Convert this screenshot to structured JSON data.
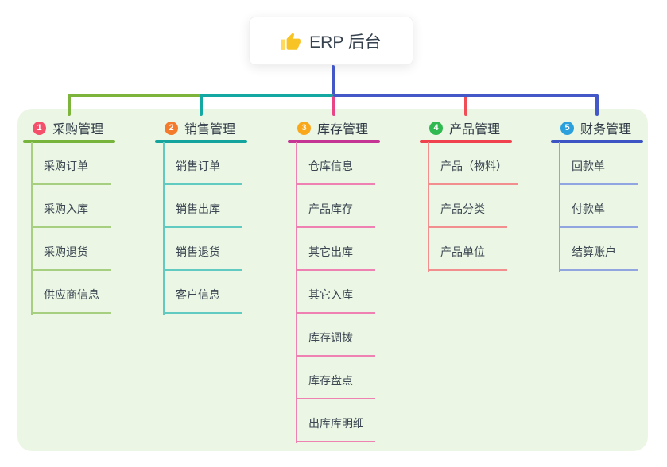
{
  "root": {
    "label": "ERP 后台",
    "icon": "thumbs-up-icon",
    "connector_color": "#4357C6"
  },
  "panel": {
    "background": "#EBF7E4"
  },
  "branches": [
    {
      "index": "1",
      "title": "采购管理",
      "badge_color": "#F4506B",
      "line_color": "#76B43B",
      "light_color": "#A6CF80",
      "connector_color": "#7CB43C",
      "items": [
        "采购订单",
        "采购入库",
        "采购退货",
        "供应商信息"
      ]
    },
    {
      "index": "2",
      "title": "销售管理",
      "badge_color": "#F57B2C",
      "line_color": "#13A59D",
      "light_color": "#62CBC1",
      "connector_color": "#14A8A2",
      "items": [
        "销售订单",
        "销售出库",
        "销售退货",
        "客户信息"
      ]
    },
    {
      "index": "3",
      "title": "库存管理",
      "badge_color": "#F9A81B",
      "line_color": "#C43594",
      "light_color": "#EF80B2",
      "connector_color": "#E84586",
      "items": [
        "仓库信息",
        "产品库存",
        "其它出库",
        "其它入库",
        "库存调拨",
        "库存盘点",
        "出库库明细"
      ]
    },
    {
      "index": "4",
      "title": "产品管理",
      "badge_color": "#2FB950",
      "line_color": "#F0414E",
      "light_color": "#F38E8E",
      "connector_color": "#F04E56",
      "items": [
        "产品（物料）",
        "产品分类",
        "产品单位"
      ]
    },
    {
      "index": "5",
      "title": "财务管理",
      "badge_color": "#2BA0DC",
      "line_color": "#3C54C4",
      "light_color": "#91A5E0",
      "connector_color": "#4458C8",
      "items": [
        "回款单",
        "付款单",
        "结算账户"
      ]
    }
  ]
}
